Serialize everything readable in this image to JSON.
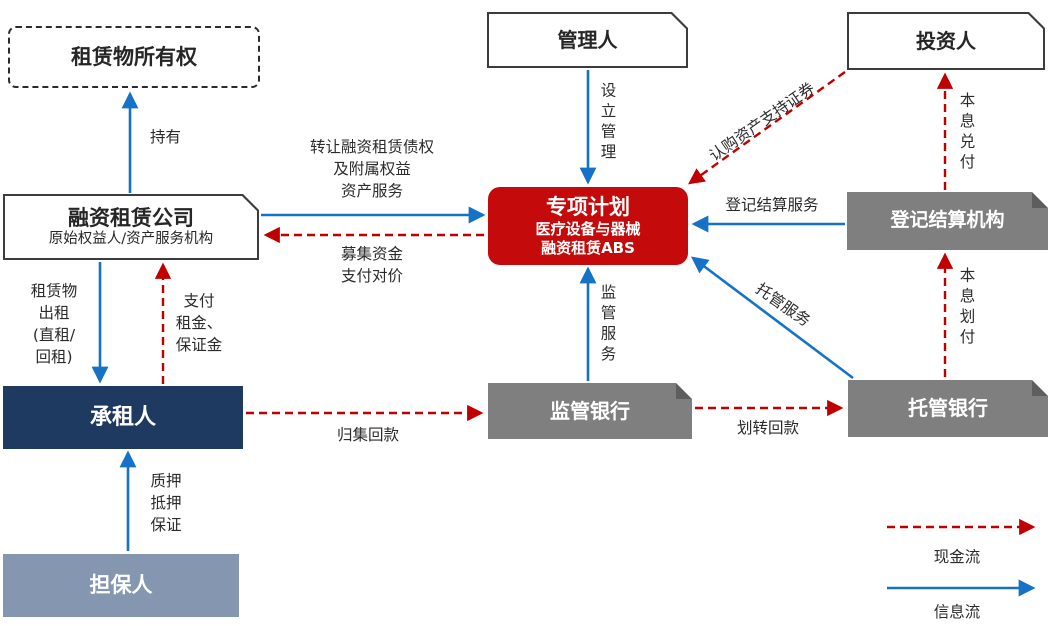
{
  "figure": {
    "nodes": {
      "lease_ownership": {
        "title": "租赁物所有权"
      },
      "manager": {
        "title": "管理人"
      },
      "investor": {
        "title": "投资人"
      },
      "leasing_company": {
        "title": "融资租赁公司",
        "subtitle": "原始权益人/资产服务机构"
      },
      "special_plan": {
        "title": "专项计划",
        "subtitle_line1": "医疗设备与器械",
        "subtitle_line2": "融资租赁ABS"
      },
      "registry_agency": {
        "title": "登记结算机构"
      },
      "lessee": {
        "title": "承租人"
      },
      "supervisory_bank": {
        "title": "监管银行"
      },
      "custodian_bank": {
        "title": "托管银行"
      },
      "guarantor": {
        "title": "担保人"
      }
    },
    "edge_labels": {
      "hold": "持有",
      "transfer_claims": "转让融资租赁债权\n及附属权益\n资产服务",
      "raise_funds": "募集资金\n支付对价",
      "setup_management": "设立管理",
      "subscribe_abs": "认购资产支持证券",
      "principal_interest_redemption": "本息兑付",
      "registration_settlement_service": "登记结算服务",
      "custody_service": "托管服务",
      "lease_out": "租赁物\n出租\n(直租/\n回租)",
      "pay_rent_deposit": "支付\n租金、\n保证金",
      "supervision_service": "监管服务",
      "collect_repayment": "归集回款",
      "transfer_repayment": "划转回款",
      "principal_interest_transfer": "本息划付",
      "pledge_mortgage_guarantee": "质押\n抵押\n保证"
    },
    "legend": {
      "cash_flow": "现金流",
      "information_flow": "信息流"
    },
    "colors": {
      "cash_flow_red": "#c00000",
      "information_flow_blue": "#1572c6",
      "special_plan_red": "#c40a0a",
      "lessee_navy": "#1f3a60",
      "bank_gray": "#7f7f7f",
      "guarantor_slate": "#8496b0"
    }
  }
}
